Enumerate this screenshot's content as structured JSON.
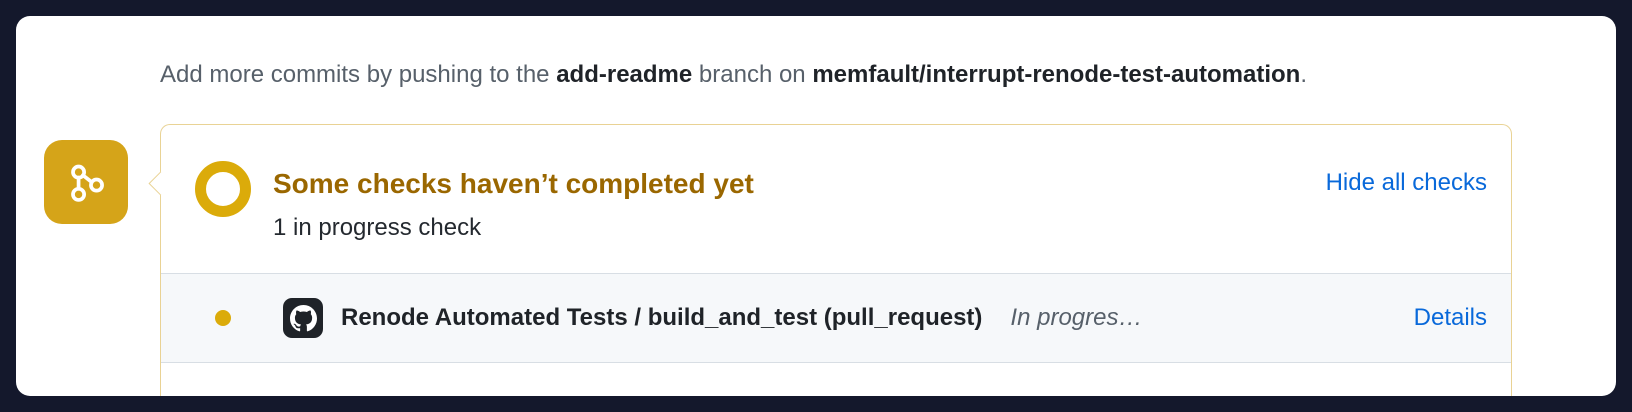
{
  "colors": {
    "page_background": "#14182c",
    "card_background": "#ffffff",
    "accent_yellow": "#dbab0a",
    "badge_yellow": "#d5a419",
    "title_yellow": "#9a6700",
    "link_blue": "#0969da",
    "row_background": "#f6f8fa",
    "box_border_yellow": "rgba(212,167,44,0.5)"
  },
  "commit_hint": {
    "prefix": "Add more commits by pushing to the ",
    "branch": "add-readme",
    "middle": " branch on ",
    "repo": "memfault/interrupt-renode-test-automation",
    "suffix": "."
  },
  "checks_panel": {
    "title": "Some checks haven’t completed yet",
    "subtitle": "1 in progress check",
    "hide_all_label": "Hide all checks"
  },
  "check_rows": [
    {
      "name": "Renode Automated Tests / build_and_test (pull_request)",
      "status": "In progres…",
      "details_label": "Details"
    }
  ]
}
